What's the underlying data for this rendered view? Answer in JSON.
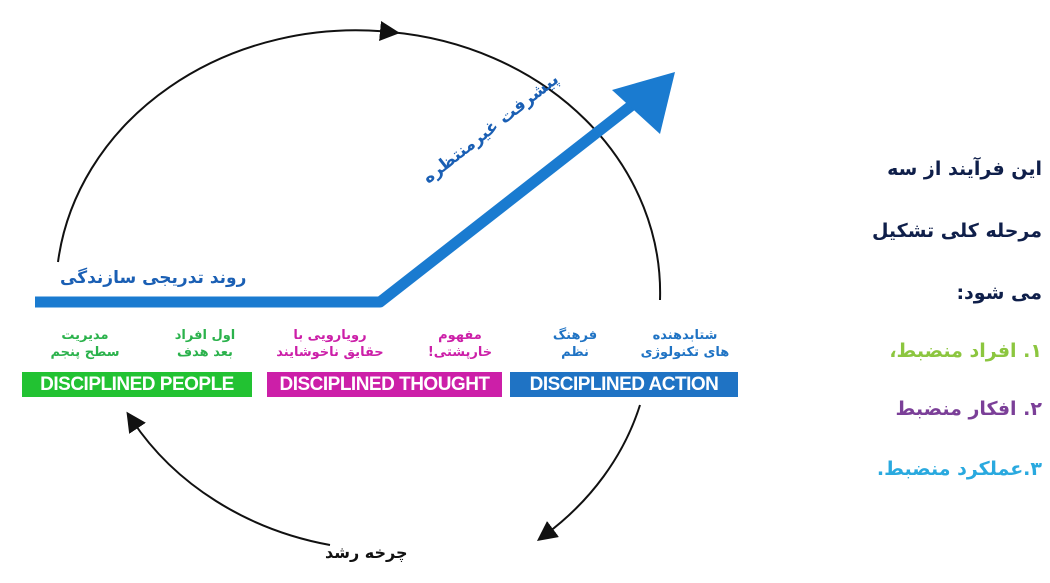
{
  "diagram": {
    "gradual_label": "روند تدریجی سازندگی",
    "breakthrough_label": "پیشرفت غیرمنتظره",
    "cycle_label": "چرخه رشد",
    "stages": [
      {
        "title": "DISCIPLINED PEOPLE",
        "color": "#22c232",
        "notes": [
          {
            "line1": "مدیریت",
            "line2": "سطح پنجم"
          },
          {
            "line1": "اول افراد",
            "line2": "بعد هدف"
          }
        ]
      },
      {
        "title": "DISCIPLINED THOUGHT",
        "color": "#cc1fa8",
        "notes": [
          {
            "line1": "رویارویی با",
            "line2": "حقایق ناخوشایند"
          },
          {
            "line1": "مفهوم",
            "line2": "خارپشتی!"
          }
        ]
      },
      {
        "title": "DISCIPLINED ACTION",
        "color": "#1f73c4",
        "notes": [
          {
            "line1": "فرهنگ",
            "line2": "نظم"
          },
          {
            "line1": "شتابدهنده",
            "line2": "های تکنولوژی"
          }
        ]
      }
    ],
    "arrow_color": "#1a7bd0"
  },
  "side_text": {
    "intro_lines": [
      "این فرآیند از سه",
      "مرحله کلی تشکیل",
      "می شود:"
    ],
    "items": [
      {
        "text": "۱. افراد منضبط،",
        "color": "#8cc63f"
      },
      {
        "text": "۲. افکار منضبط",
        "color": "#7b3f98"
      },
      {
        "text": "۳.عملکرد منضبط.",
        "color": "#29a9df"
      }
    ]
  }
}
